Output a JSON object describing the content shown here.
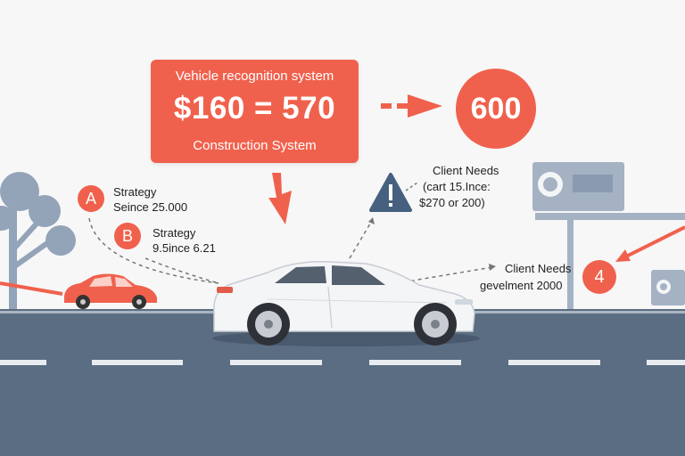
{
  "hero_card": {
    "title": "Vehicle recognition system",
    "value": "$160 = 570",
    "subtitle": "Construction System"
  },
  "result": {
    "value": "600"
  },
  "strategy_a": {
    "letter": "A",
    "title": "Strategy",
    "detail": "Seince 25.000"
  },
  "strategy_b": {
    "letter": "B",
    "title": "Strategy",
    "detail": "9.5ince 6.21"
  },
  "client_needs_top": {
    "title": "Client Needs",
    "line1": "(cart 15.Ince:",
    "line2": "$270 or 200)"
  },
  "client_needs_right": {
    "title": "Client Needs",
    "detail": "gevelment 2000"
  },
  "step_badge": {
    "number": "4"
  },
  "colors": {
    "accent": "#f0614d",
    "road": "#5b6d82",
    "tree": "#93a3b8",
    "warning": "#46617f"
  },
  "icons": [
    "warning-icon",
    "projector-icon",
    "tree-icon",
    "arrow-icon"
  ]
}
